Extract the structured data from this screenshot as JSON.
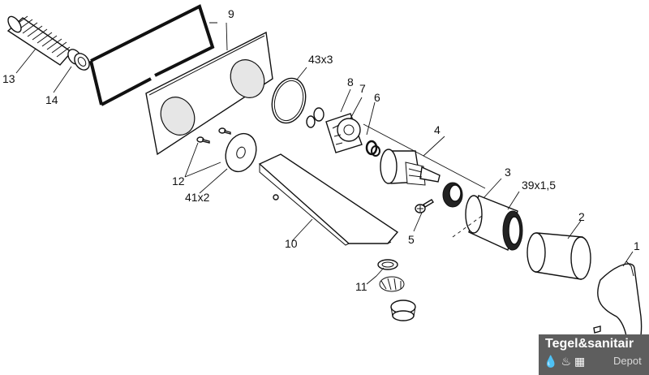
{
  "diagram": {
    "labels": {
      "p1": "1",
      "p2": "2",
      "p3": "3",
      "p39": "39x1,5",
      "p4": "4",
      "p5": "5",
      "p6": "6",
      "p7": "7",
      "p8": "8",
      "p43": "43x3",
      "p9": "9",
      "p10": "10",
      "p11": "11",
      "p12": "12",
      "p41": "41x2",
      "p13": "13",
      "p14": "14"
    }
  },
  "watermark": {
    "brand": "Tegel&sanitair",
    "sub": "Depot",
    "icons": [
      "water-drop-icon",
      "flame-icon",
      "tile-icon"
    ]
  }
}
